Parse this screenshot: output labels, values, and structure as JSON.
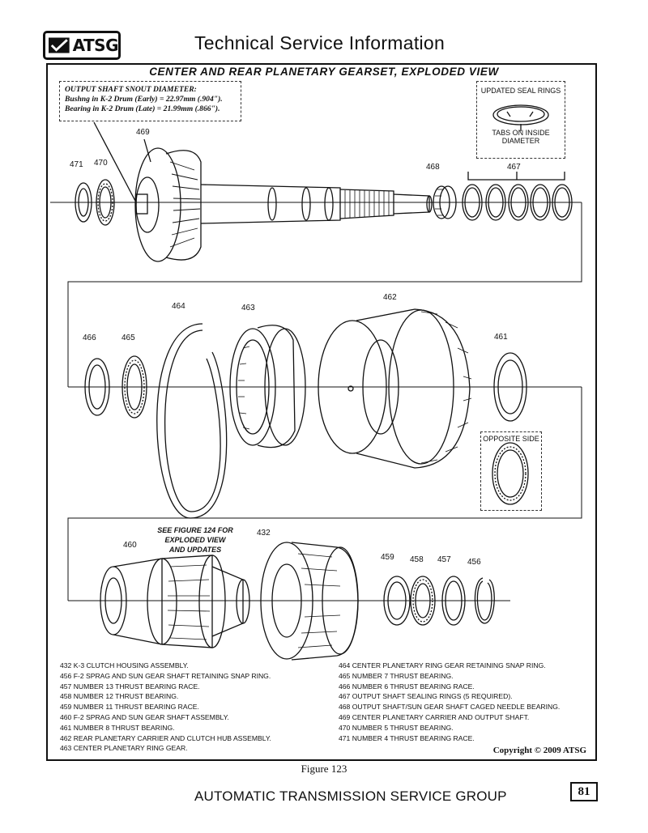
{
  "logo": {
    "text": "ATSG"
  },
  "header": {
    "title": "Technical Service Information"
  },
  "figure_title": "CENTER AND REAR PLANETARY GEARSET, EXPLODED VIEW",
  "note_box": {
    "line1": "OUTPUT SHAFT SNOUT DIAMETER:",
    "line2": "Bushng in K-2 Drum (Early) = 22.97mm  (.904\").",
    "line3": "Bearing in K-2 Drum (Late) =  21.99mm  (.866\")."
  },
  "seal_box": {
    "title": "UPDATED SEAL RINGS",
    "caption_line1": "TABS ON INSIDE",
    "caption_line2": "DIAMETER"
  },
  "opposite_side": "OPPOSITE SIDE",
  "see_figure": {
    "line1": "SEE FIGURE 124 FOR",
    "line2": "EXPLODED VIEW",
    "line3": "AND UPDATES"
  },
  "callouts": {
    "n469": "469",
    "n471": "471",
    "n470": "470",
    "n468": "468",
    "n467": "467",
    "n464": "464",
    "n463": "463",
    "n462": "462",
    "n466": "466",
    "n465": "465",
    "n461": "461",
    "n432": "432",
    "n460": "460",
    "n459": "459",
    "n458": "458",
    "n457": "457",
    "n456": "456"
  },
  "legend_left": [
    "432  K-3 CLUTCH HOUSING ASSEMBLY.",
    "456  F-2 SPRAG AND SUN GEAR SHAFT RETAINING SNAP RING.",
    "457  NUMBER 13 THRUST BEARING RACE.",
    "458  NUMBER 12 THRUST BEARING.",
    "459  NUMBER 11 THRUST BEARING RACE.",
    "460  F-2 SPRAG AND SUN GEAR SHAFT ASSEMBLY.",
    "461  NUMBER 8 THRUST BEARING.",
    "462  REAR PLANETARY CARRIER AND CLUTCH HUB ASSEMBLY.",
    "463  CENTER PLANETARY RING GEAR."
  ],
  "legend_right": [
    "464  CENTER PLANETARY RING GEAR RETAINING SNAP RING.",
    "465  NUMBER 7 THRUST BEARING.",
    "466  NUMBER 6 THRUST BEARING RACE.",
    "467  OUTPUT SHAFT SEALING RINGS  (5 REQUIRED).",
    "468  OUTPUT SHAFT/SUN GEAR SHAFT CAGED NEEDLE BEARING.",
    "469  CENTER PLANETARY CARRIER AND OUTPUT SHAFT.",
    "470  NUMBER 5 THRUST BEARING.",
    "471  NUMBER 4 THRUST BEARING RACE."
  ],
  "copyright": "Copyright © 2009 ATSG",
  "caption": "Figure 123",
  "footer": {
    "text": "AUTOMATIC TRANSMISSION SERVICE GROUP",
    "page_number": "81"
  }
}
